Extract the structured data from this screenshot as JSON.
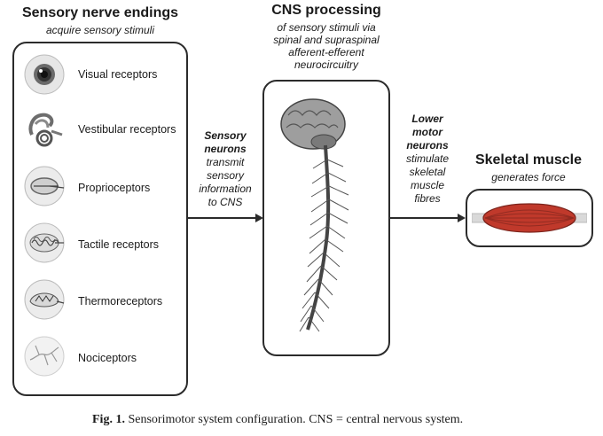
{
  "sensory": {
    "title": "Sensory nerve endings",
    "subtitle": "acquire sensory stimuli",
    "receptors": [
      {
        "label": "Visual receptors",
        "icon": "eye-icon"
      },
      {
        "label": "Vestibular receptors",
        "icon": "inner-ear-icon"
      },
      {
        "label": "Proprioceptors",
        "icon": "muscle-spindle-icon"
      },
      {
        "label": "Tactile receptors",
        "icon": "tactile-receptor-icon"
      },
      {
        "label": "Thermoreceptors",
        "icon": "thermoreceptor-icon"
      },
      {
        "label": "Nociceptors",
        "icon": "nociceptor-icon"
      }
    ]
  },
  "cns": {
    "title": "CNS processing",
    "subtitle_lines": [
      "of sensory stimuli via",
      "spinal and supraspinal",
      "afferent-efferent",
      "neurocircuitry"
    ],
    "icon": "brain-spinal-cord-icon"
  },
  "arrow1": {
    "bold_lines": [
      "Sensory",
      "neurons"
    ],
    "lines": [
      "transmit",
      "sensory",
      "information",
      "to CNS"
    ]
  },
  "arrow2": {
    "bold_lines": [
      "Lower",
      "motor",
      "neurons"
    ],
    "lines": [
      "stimulate",
      "skeletal",
      "muscle",
      "fibres"
    ]
  },
  "muscle": {
    "title": "Skeletal muscle",
    "subtitle": "generates force",
    "icon": "skeletal-muscle-icon",
    "color": "#c0392b"
  },
  "caption": {
    "label": "Fig. 1.",
    "text": "Sensorimotor system configuration. CNS = central nervous system."
  }
}
